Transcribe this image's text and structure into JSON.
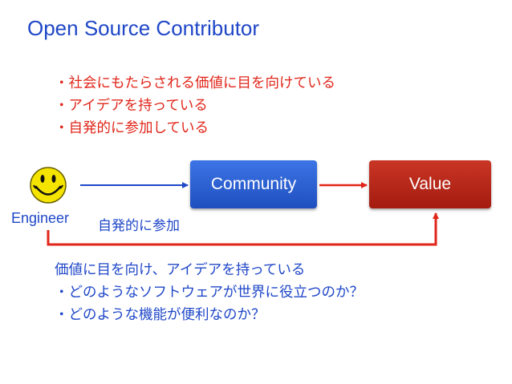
{
  "title": "Open Source Contributor",
  "bullets": [
    "・社会にもたらされる価値に目を向けている",
    "・アイデアを持っている",
    "・自発的に参加している"
  ],
  "nodes": {
    "engineer": "Engineer",
    "community": "Community",
    "value": "Value"
  },
  "edge_label": "自発的に参加",
  "lower_text": [
    "価値に目を向け、アイデアを持っている",
    "・どのようなソフトウェアが世界に役立つのか？",
    "・どのような機能が便利なのか？"
  ],
  "colors": {
    "title_blue": "#1f47c8",
    "bullet_red": "#e0261a",
    "community_blue": "#2b5fd6",
    "value_red": "#b5261a",
    "smiley_yellow": "#f5e400"
  },
  "icons": {
    "engineer": "smiley-face-icon"
  }
}
